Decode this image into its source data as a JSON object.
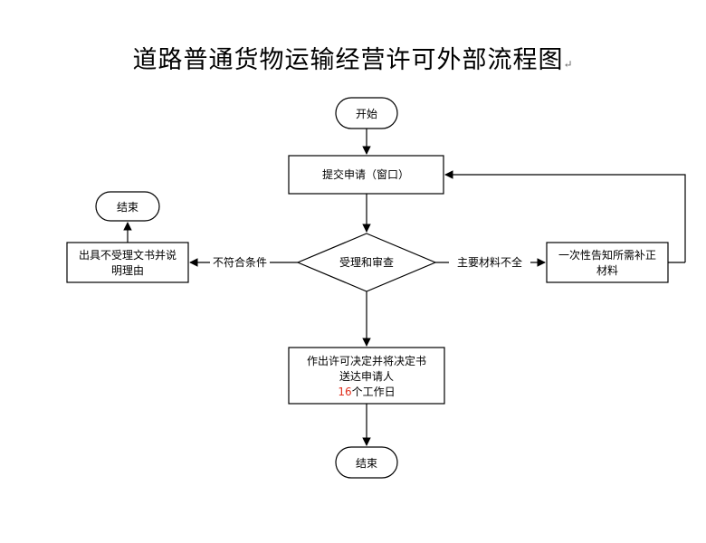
{
  "title": {
    "text": "道路普通货物运输经营许可外部流程图",
    "mark": "↵"
  },
  "nodes": {
    "start": "开始",
    "submit": "提交申请（窗口）",
    "review": "受理和审查",
    "reject_line1": "出具不受理文书并说",
    "reject_line2": "明理由",
    "end_left": "结束",
    "notify_line1": "一次性告知所需补正",
    "notify_line2": "材料",
    "decide_line1": "作出许可决定并将决定书",
    "decide_line2": "送达申请人",
    "decide_days_num": "16",
    "decide_days_text": "个工作日",
    "end_bottom": "结束"
  },
  "edges": {
    "not_meet": "不符合条件",
    "incomplete": "主要材料不全"
  },
  "colors": {
    "highlight": "#e0301e"
  }
}
